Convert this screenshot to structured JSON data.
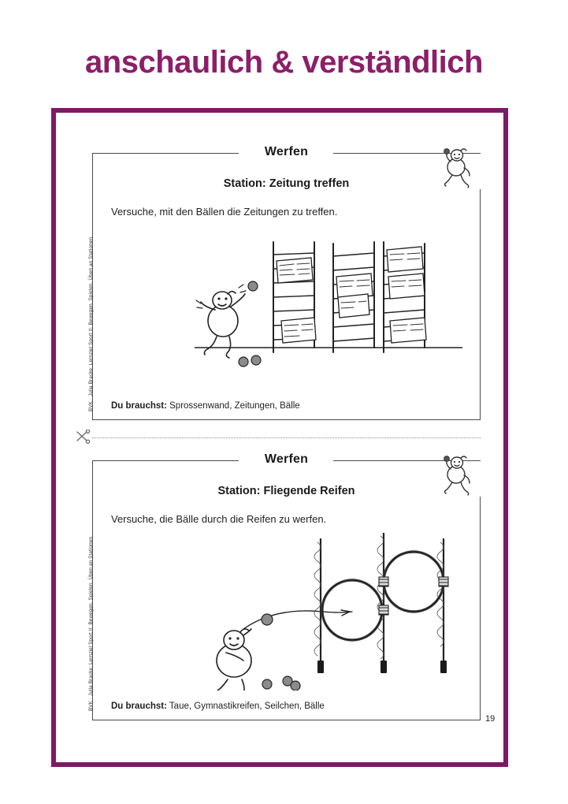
{
  "headline": "anschaulich & verständlich",
  "colors": {
    "accent_purple": "#7d1a64",
    "headline_purple": "#8c1f68",
    "line_gray": "#4a4a4a",
    "text_black": "#1f1f1f"
  },
  "credit_text": "BVK · Julia Bracke: Lernziel Sport II: Bewegen, Spielen, Üben an Stationen",
  "cut_line": {
    "icon": "scissors-icon"
  },
  "page_number": "19",
  "worksheets": [
    {
      "title": "Werfen",
      "subtitle": "Station: Zeitung treffen",
      "instruction": "Versuche, mit den Bällen die Zeitungen zu treffen.",
      "needs_label": "Du brauchst:",
      "needs_items": "Sprossenwand, Zeitungen, Bälle",
      "illustration": "stick-figure-throwing-ball-at-newspapers-on-wall-bars",
      "mascot": "stick-figure-mascot-icon"
    },
    {
      "title": "Werfen",
      "subtitle": "Station: Fliegende Reifen",
      "instruction": "Versuche, die Bälle durch die Reifen zu werfen.",
      "needs_label": "Du brauchst:",
      "needs_items": "Taue, Gymnastikreifen, Seilchen, Bälle",
      "illustration": "stick-figure-throwing-ball-through-hoops-on-ropes",
      "mascot": "stick-figure-mascot-icon"
    }
  ]
}
